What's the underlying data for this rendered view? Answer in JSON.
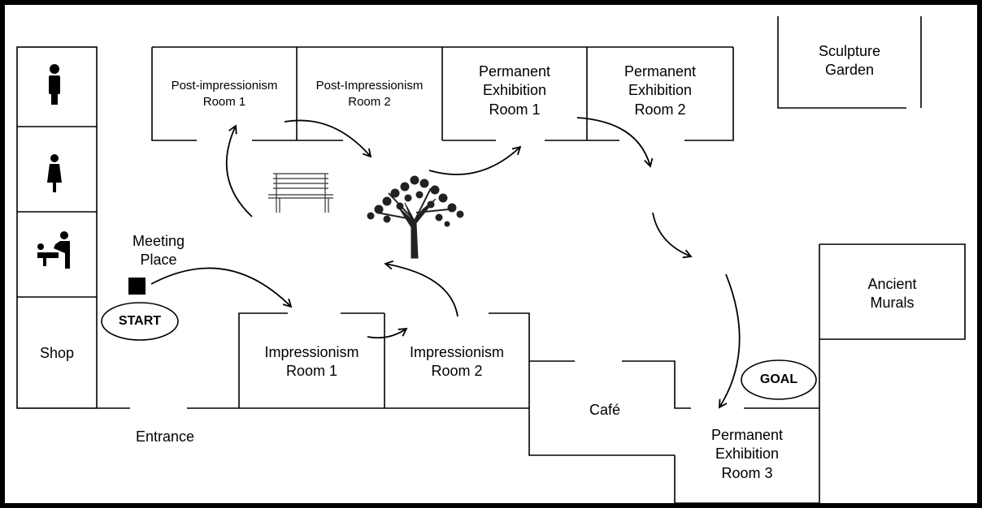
{
  "rooms": {
    "post_impressionism_1": "Post-impressionism\nRoom 1",
    "post_impressionism_2": "Post-Impressionism\nRoom 2",
    "permanent_1": "Permanent\nExhibition\nRoom 1",
    "permanent_2": "Permanent\nExhibition\nRoom 2",
    "sculpture_garden": "Sculpture\nGarden",
    "ancient_murals": "Ancient\nMurals",
    "impressionism_1": "Impressionism\nRoom 1",
    "impressionism_2": "Impressionism\nRoom 2",
    "cafe": "Café",
    "permanent_3": "Permanent\nExhibition\nRoom 3",
    "shop": "Shop"
  },
  "labels": {
    "meeting_place": "Meeting\nPlace",
    "entrance": "Entrance",
    "start": "START",
    "goal": "GOAL"
  },
  "icons": {
    "mens_restroom": "man-restroom-icon",
    "womens_restroom": "woman-restroom-icon",
    "baby_change": "baby-changing-icon",
    "bench": "bench-icon",
    "tree": "tree-icon",
    "meeting_marker": "square-marker"
  }
}
